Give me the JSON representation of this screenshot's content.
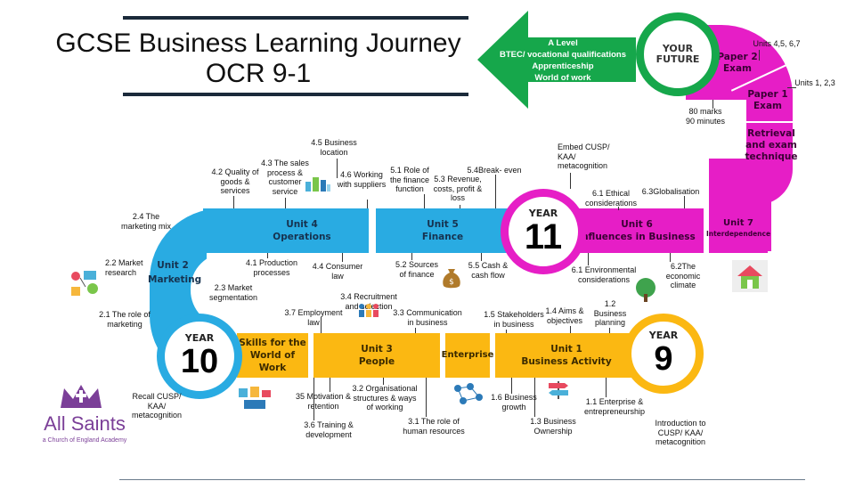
{
  "title": {
    "line1": "GCSE Business Learning Journey",
    "line2": "OCR 9-1"
  },
  "future": {
    "label_line1": "YOUR",
    "label_line2": "FUTURE"
  },
  "arrow": {
    "line1": "A Level",
    "line2": "BTEC/ vocational qualifications",
    "line3": "Apprenticeship",
    "line4": "World of work"
  },
  "exam": {
    "paper2_line1": "Paper 2",
    "paper2_line2": "Exam",
    "paper1_line1": "Paper 1",
    "paper1_line2": "Exam",
    "retrieval_line1": "Retrieval",
    "retrieval_line2": "and exam",
    "retrieval_line3": "technique",
    "units_456": "Units 4,5, 6,7",
    "units_123": "Units 1, 2,3",
    "marks_line1": "80 marks",
    "marks_line2": "90 minutes"
  },
  "years": {
    "year_word": "YEAR",
    "y11": "11",
    "y10": "10",
    "y9": "9"
  },
  "units": {
    "unit7_line1": "Unit 7",
    "unit7_line2": "Interdependence",
    "unit6_line1": "Unit 6",
    "unit6_line2": "Influences in Business",
    "unit5_line1": "Unit 5",
    "unit5_line2": "Finance",
    "unit4_line1": "Unit 4",
    "unit4_line2": "Operations",
    "unit2_line1": "Unit 2",
    "unit2_line2": "Marketing",
    "skills_line1": "Skills for the",
    "skills_line2": "World of Work",
    "unit3_line1": "Unit 3",
    "unit3_line2": "People",
    "enterprise": "Enterprise",
    "unit1_line1": "Unit 1",
    "unit1_line2": "Business Activity"
  },
  "topics": {
    "t45": "4.5 Business location",
    "t43": "4.3 The sales process & customer service",
    "t42": "4.2 Quality of goods & services",
    "t46": "4.6 Working with suppliers",
    "t51": "5.1 Role of the finance function",
    "t53": "5.3 Revenue, costs, profit & loss",
    "t54": "5.4Break- even",
    "embed11": "Embed CUSP/ KAA/ metacognition",
    "t61": "6.1 Ethical considerations",
    "t63": "6.3Globalisation",
    "t24": "2.4 The marketing mix",
    "t22": "2.2 Market research",
    "t41": "4.1 Production processes",
    "t44": "4.4 Consumer law",
    "t52": "5.2 Sources of finance",
    "t55": "5.5 Cash & cash flow",
    "t61b": "6.1 Environmental considerations",
    "t62": "6.2The economic climate",
    "t23": "2.3 Market segmentation",
    "t21": "2.1 The role of marketing",
    "t34": "3.4 Recruitment and selection",
    "t37": "3.7 Employment law",
    "t33": "3.3 Communication in business",
    "t15": "1.5 Stakeholders in business",
    "t14": "1.4 Aims & objectives",
    "t12": "1.2 Business planning",
    "recall": "Recall CUSP/ KAA/ metacognition",
    "t35": "35 Motivation & retention",
    "t32": "3.2 Organisational structures & ways of working",
    "t36": "3.6 Training & development",
    "t31": "3.1 The role of human resources",
    "t16": "1.6 Business growth",
    "t13": "1.3 Business Ownership",
    "t11": "1.1 Enterprise & entrepreneurship",
    "intro": "Introduction to CUSP/ KAA/ metacognition"
  },
  "school": {
    "name": "All Saints",
    "subtitle": "a Church of England Academy"
  },
  "colors": {
    "blue": "#29abe2",
    "yellow": "#fbb812",
    "magenta": "#e61ec6",
    "green": "#16a74b",
    "purple": "#7b3f98"
  }
}
